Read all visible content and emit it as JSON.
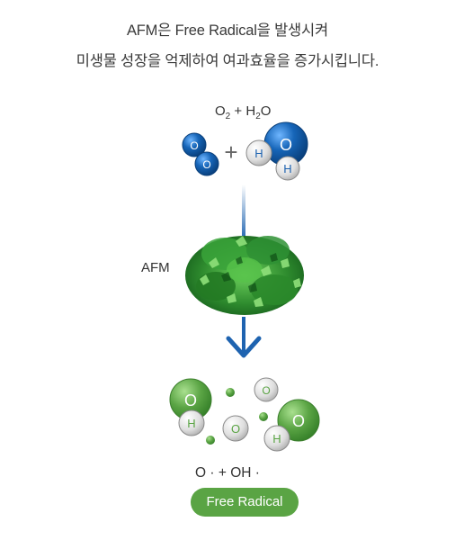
{
  "description": {
    "line1": "AFM은 Free Radical을 발생시켜",
    "line2": "미생물 성장을 억제하여 여과효율을 증가시킵니다."
  },
  "reactants": {
    "o2_symbol": "O",
    "o2_sub": "2",
    "plus": " + ",
    "h2o_h": "H",
    "h2o_sub": "2",
    "h2o_o": "O"
  },
  "material_label": "AFM",
  "atoms": {
    "O": "O",
    "H": "H",
    "plus_sign": "+"
  },
  "products": {
    "formula": "O · + OH ·",
    "badge": "Free Radical"
  },
  "colors": {
    "oxygen_blue": "#0f5aa6",
    "arrow_blue": "#1e63b0",
    "radical_green": "#5aa444",
    "glass_green": "#2e8b2e",
    "hydrogen_grey": "#c8c8c8"
  }
}
